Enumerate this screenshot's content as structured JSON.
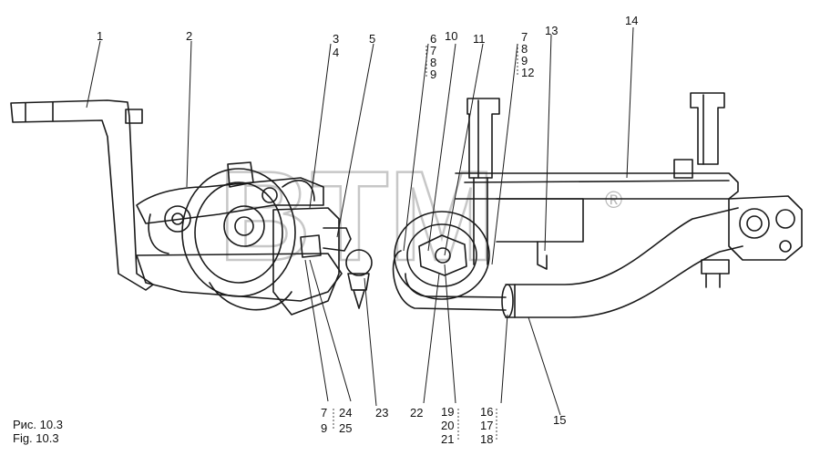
{
  "callouts_top": [
    "1",
    "2",
    "3",
    "4",
    "5",
    "6",
    "7",
    "8",
    "9",
    "10",
    "11",
    "7",
    "8",
    "9",
    "12",
    "13",
    "14"
  ],
  "callouts_bottom": [
    "7",
    "9",
    "24",
    "25",
    "23",
    "22",
    "19",
    "20",
    "21",
    "16",
    "17",
    "18",
    "15"
  ],
  "caption": {
    "line1": "Рис. 10.3",
    "line2": "Fig. 10.3"
  },
  "watermark": {
    "text": "BTM",
    "mark": "®"
  },
  "colors": {
    "ink": "#1a1a1a",
    "watermark": "#9a9a9a",
    "background": "#ffffff"
  }
}
